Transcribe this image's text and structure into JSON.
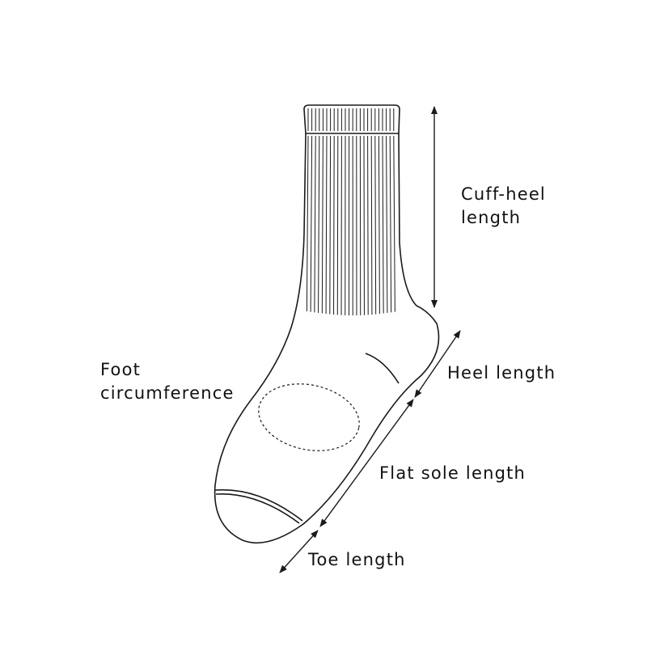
{
  "labels": {
    "cuff_heel": [
      "Cuff-heel",
      "length"
    ],
    "foot_circumference": [
      "Foot",
      "circumference"
    ],
    "heel_length": "Heel length",
    "flat_sole_length": "Flat sole length",
    "toe_length": "Toe length"
  },
  "colors": {
    "line": "#1a1a1a",
    "background": "#ffffff"
  }
}
